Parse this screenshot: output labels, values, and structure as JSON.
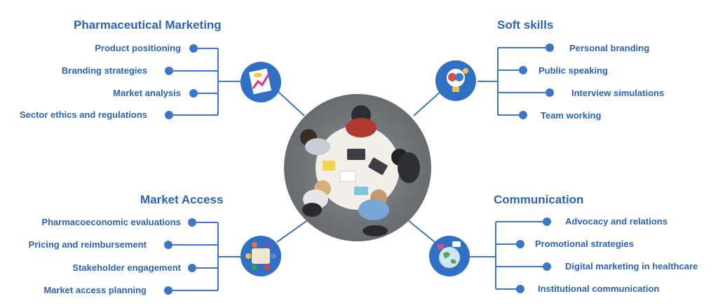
{
  "colors": {
    "primary": "#2c63b8",
    "line": "#3b76c9",
    "dot": "#3b76c9",
    "icon_bg": "#2f6fc4"
  },
  "sections": {
    "pharma": {
      "title": "Pharmaceutical Marketing",
      "icon": "marketing-chart-icon",
      "items": [
        "Product positioning",
        "Branding strategies",
        "Market analysis",
        "Sector ethics and regulations"
      ]
    },
    "soft": {
      "title": "Soft skills",
      "icon": "brain-lightbulb-icon",
      "items": [
        "Personal branding",
        "Public speaking",
        "Interview simulations",
        "Team working"
      ]
    },
    "access": {
      "title": "Market Access",
      "icon": "meeting-table-icon",
      "items": [
        "Pharmacoeconomic evaluations",
        "Pricing and reimbursement",
        "Stakeholder engagement",
        "Market access planning"
      ]
    },
    "comm": {
      "title": "Communication",
      "icon": "globe-communication-icon",
      "items": [
        "Advocacy and relations",
        "Promotional strategies",
        "Digital marketing in healthcare",
        "Institutional communication"
      ]
    }
  },
  "center_image": "team-meeting-photo"
}
